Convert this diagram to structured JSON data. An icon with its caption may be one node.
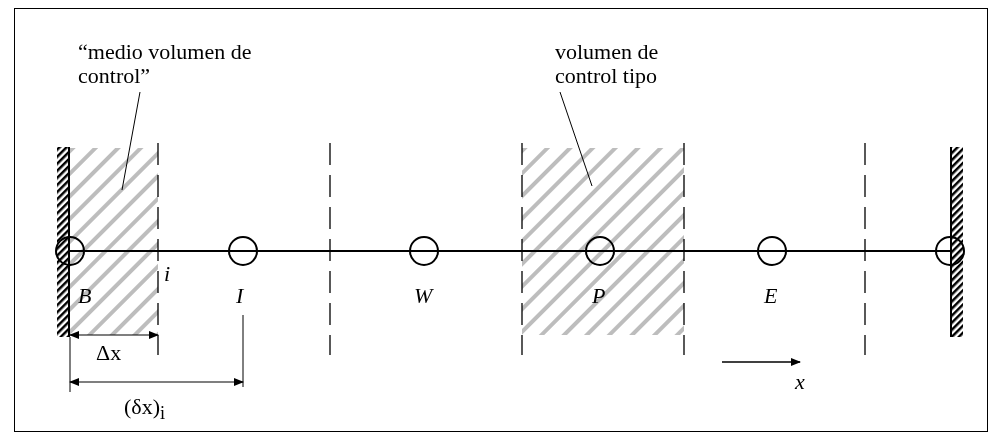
{
  "diagram": {
    "nodes": [
      {
        "text": [
          "“medio volumen de control”"
        ]
      },
      {
        "text": [],
        "shape": "box"
      },
      {
        "text": [
          "volumen de control tipo"
        ]
      },
      {
        "text": [],
        "shape": "box"
      }
    ],
    "edges": [
      {
        "from": 0,
        "to": 1,
        "arrow": "none"
      },
      {
        "from": 2,
        "to": 3,
        "arrow": "none"
      }
    ],
    "labels": [
      "i",
      "B",
      "I",
      "W",
      "P",
      "E",
      "Δx",
      "x",
      "(δx)$_{i}$"
    ]
  }
}
